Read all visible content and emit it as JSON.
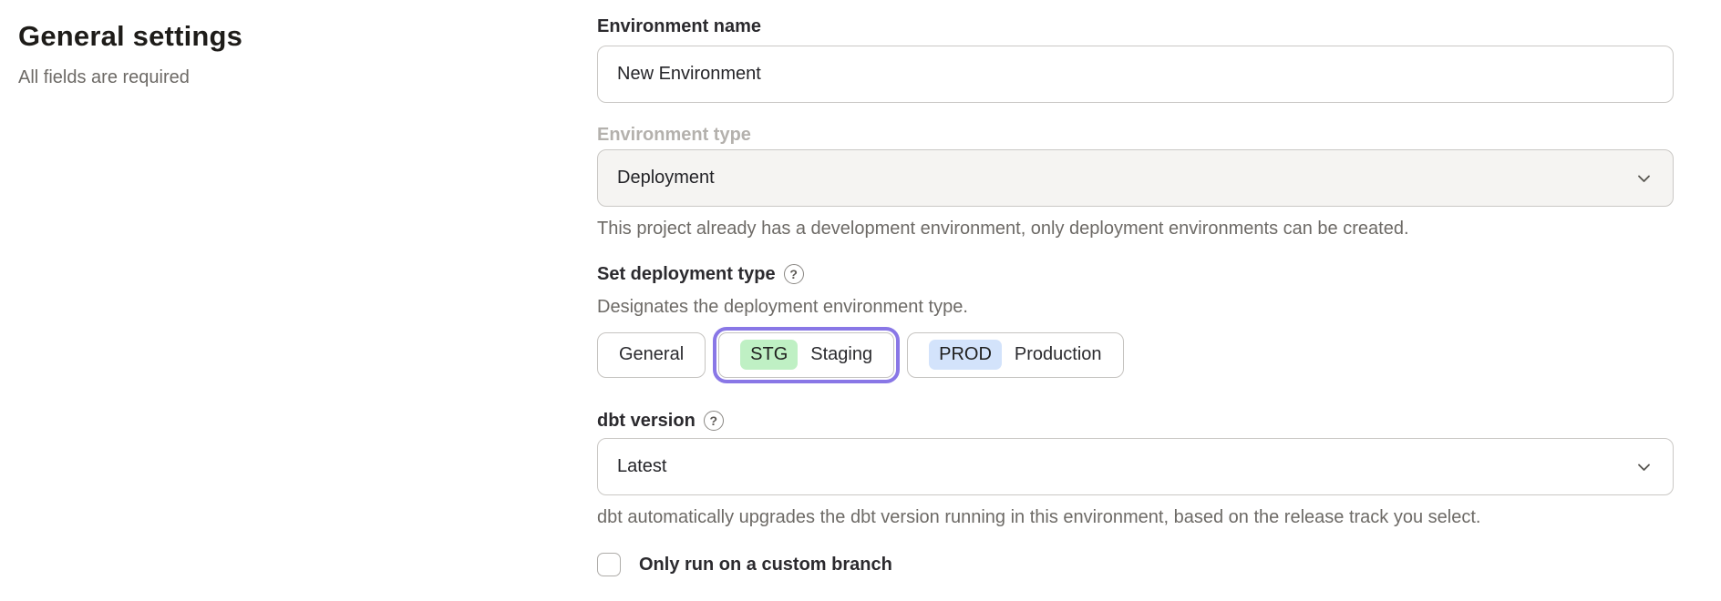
{
  "page": {
    "title": "General settings",
    "subtitle": "All fields are required"
  },
  "form": {
    "environment_name": {
      "label": "Environment name",
      "value": "New Environment"
    },
    "environment_type": {
      "label": "Environment type",
      "value": "Deployment",
      "disabled": true,
      "help": "This project already has a development environment, only deployment environments can be created."
    },
    "deployment_type": {
      "label": "Set deployment type",
      "help_icon": "?",
      "description": "Designates the deployment environment type.",
      "options": [
        {
          "badge": "",
          "label": "General",
          "selected": false
        },
        {
          "badge": "STG",
          "label": "Staging",
          "selected": true
        },
        {
          "badge": "PROD",
          "label": "Production",
          "selected": false
        }
      ]
    },
    "dbt_version": {
      "label": "dbt version",
      "help_icon": "?",
      "value": "Latest",
      "help": "dbt automatically upgrades the dbt version running in this environment, based on the release track you select."
    },
    "custom_branch": {
      "label": "Only run on a custom branch",
      "checked": false
    }
  },
  "colors": {
    "selected_ring_purple": "#8977e6",
    "staging_badge_green": "#bff0c4",
    "production_badge_blue": "#d3e3fb",
    "disabled_field_bg": "#f5f4f2",
    "muted_text": "#6d6a66"
  }
}
